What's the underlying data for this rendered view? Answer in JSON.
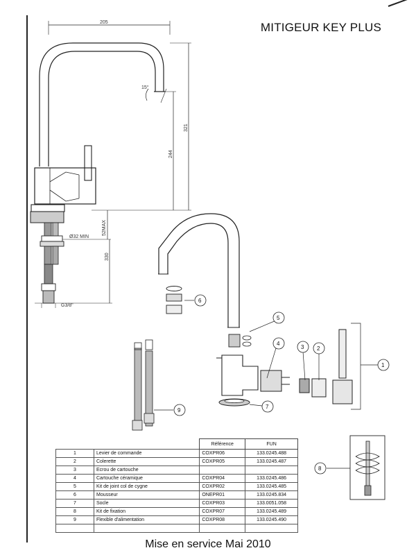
{
  "title": "MITIGEUR KEY PLUS",
  "footer": "Mise en service Mai 2010",
  "dimensions": {
    "width": "205",
    "height_total": "321",
    "height_spout": "244",
    "angle": "15°",
    "max_thickness": "52MAX",
    "hole": "Ø32 MIN",
    "hose_length": "330",
    "thread": "G3/8\""
  },
  "callouts": [
    "1",
    "2",
    "3",
    "4",
    "5",
    "6",
    "7",
    "8",
    "9"
  ],
  "table": {
    "headers": [
      "",
      "",
      "Référence",
      "FUN"
    ],
    "rows": [
      {
        "num": "1",
        "designation": "Levier de commande",
        "reference": "COXPR06",
        "fun": "133.0245.488"
      },
      {
        "num": "2",
        "designation": "Colerette",
        "reference": "COXPR05",
        "fun": "133.0245.487"
      },
      {
        "num": "3",
        "designation": "Ecrou de cartouche",
        "reference": "",
        "fun": ""
      },
      {
        "num": "4",
        "designation": "Cartouche céramique",
        "reference": "COXPR04",
        "fun": "133.0245.486"
      },
      {
        "num": "5",
        "designation": "Kit de joint col de cygne",
        "reference": "COXPR02",
        "fun": "133.0245.485"
      },
      {
        "num": "6",
        "designation": "Mousseur",
        "reference": "ONEPR01",
        "fun": "133.0245.834"
      },
      {
        "num": "7",
        "designation": "Socle",
        "reference": "COXPR03",
        "fun": "133.0051.058"
      },
      {
        "num": "8",
        "designation": "Kit de fixation",
        "reference": "COXPR07",
        "fun": "133.0245.489"
      },
      {
        "num": "9",
        "designation": "Flexible d'alimentation",
        "reference": "COXPR08",
        "fun": "133.0245.490"
      },
      {
        "num": "",
        "designation": "",
        "reference": "",
        "fun": ""
      }
    ]
  }
}
